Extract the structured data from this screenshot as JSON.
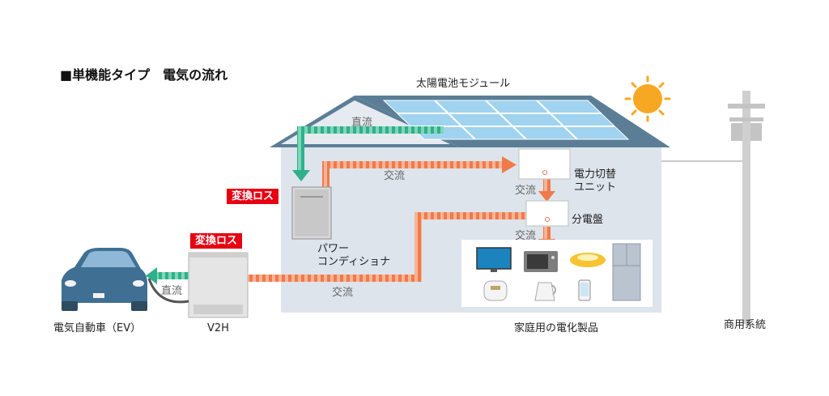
{
  "title": "■単機能タイプ　電気の流れ",
  "labels": {
    "solar_module": "太陽電池モジュール",
    "dc_top": "直流",
    "ac_top": "交流",
    "switch_unit": "電力切替\nユニット",
    "ac_switch": "交流",
    "distribution": "分電盤",
    "ac_dist": "交流",
    "pcs": "パワー\nコンディショナ",
    "ac_bottom": "交流",
    "dc_ev": "直流",
    "ev": "電気自動車（EV）",
    "v2h": "V2H",
    "appliances": "家庭用の電化製品",
    "grid": "商用系統"
  },
  "loss_labels": {
    "pcs_loss": "変換ロス",
    "v2h_loss": "変換ロス"
  },
  "colors": {
    "dc_arrow": "#2fb08a",
    "ac_arrow": "#f08050",
    "loss_badge": "#e60012",
    "house": "#dde4ec",
    "roof": "#5b7e96",
    "car": "#3f6f93",
    "sun": "#f7a823"
  },
  "icons": [
    "sun-icon",
    "solar-panel-icon",
    "utility-pole-icon",
    "car-icon",
    "tv-icon",
    "microwave-icon",
    "ceiling-light-icon",
    "refrigerator-icon",
    "rice-cooker-icon",
    "kettle-icon",
    "smartphone-icon"
  ]
}
